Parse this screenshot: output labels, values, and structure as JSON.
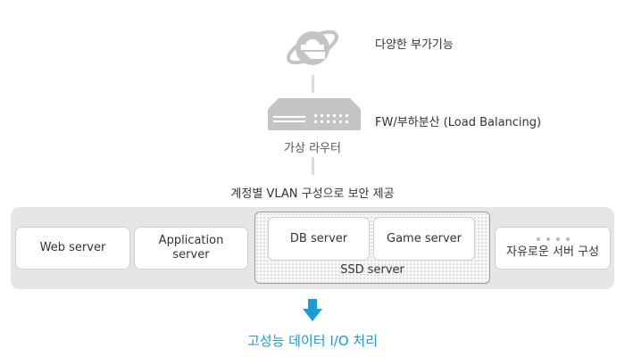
{
  "top": {
    "browser_icon": "internet-explorer-icon",
    "caption": "다양한 부가기능"
  },
  "router": {
    "icon": "router-icon",
    "caption": "FW/부하분산 (Load Balancing)",
    "label": "가상 라우터"
  },
  "vlan_caption": "계정별 VLAN 구성으로 보안 제공",
  "servers": {
    "web": "Web server",
    "application": "Application\nserver",
    "db": "DB server",
    "game": "Game server",
    "ssd_group_label": "SSD server",
    "free_config": "자유로운 서버 구성"
  },
  "bottom": {
    "arrow_icon": "down-arrow-icon",
    "caption": "고성능 데이터 I/O 처리"
  },
  "colors": {
    "accent": "#1a9ad6",
    "icon_gray": "#bfbfbf",
    "strip_bg": "#e6e6e6"
  }
}
